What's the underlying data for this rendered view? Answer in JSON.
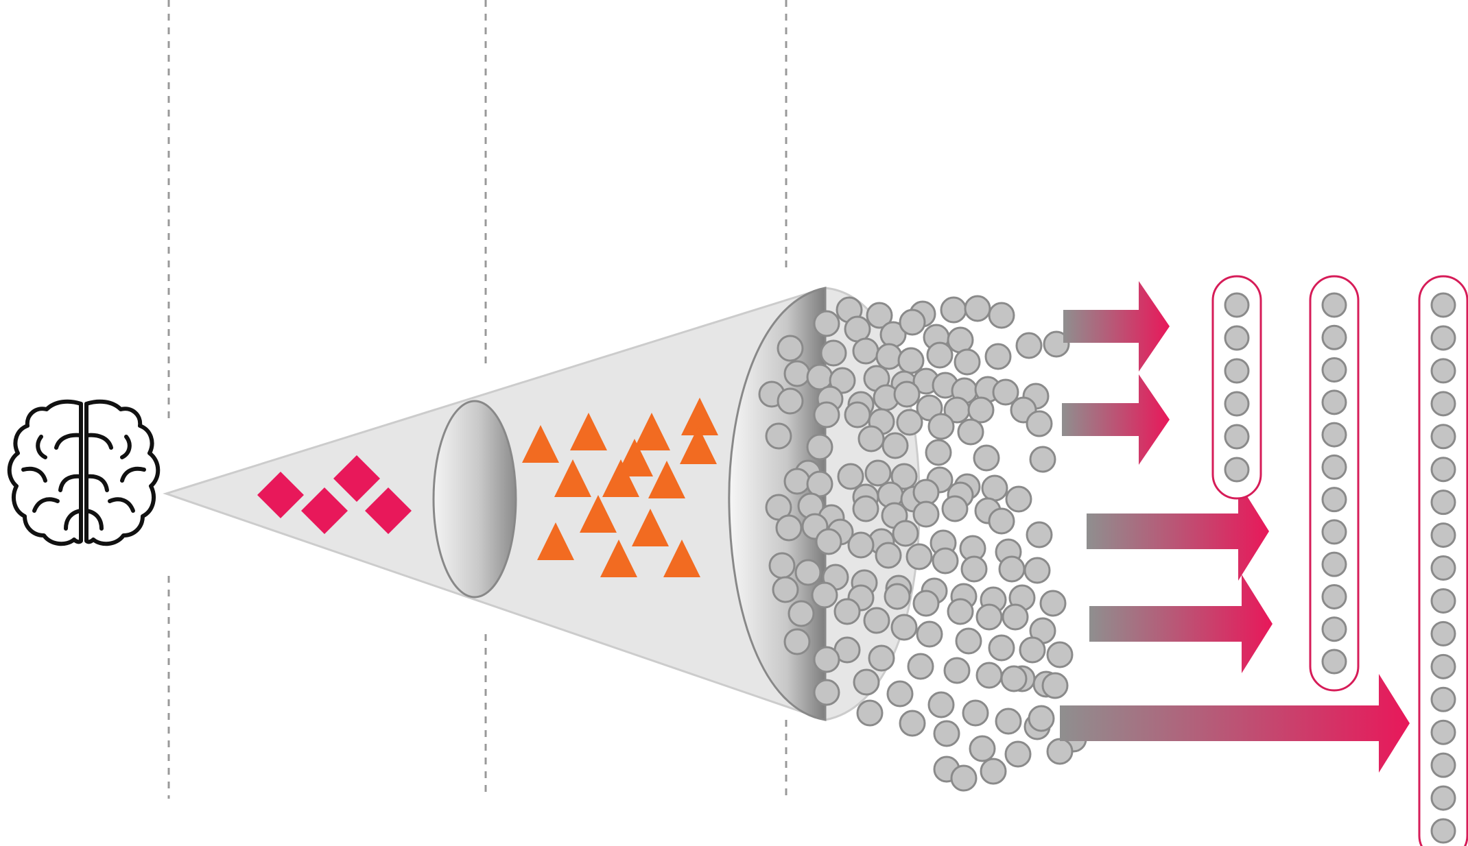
{
  "colors": {
    "background": "#ffffff",
    "dashed_divider": "#999999",
    "cone_fill": "#e6e6e6",
    "cone_stroke": "#cccccc",
    "lens_stroke": "#888888",
    "diamond": "#e8185a",
    "triangle": "#f26b21",
    "particle_fill": "#c4c4c4",
    "particle_stroke": "#8a8a8a",
    "arrow_start": "#8f8f8f",
    "arrow_end": "#e8185a",
    "capsule_border": "#d61c58",
    "brain_stroke": "#111111"
  },
  "icons": [
    "brain-icon"
  ],
  "stages": [
    {
      "shape": "diamond",
      "count": 4
    },
    {
      "shape": "triangle",
      "count": 14
    },
    {
      "shape": "circle-cloud"
    }
  ],
  "outputs": [
    {
      "capsule": "short",
      "circles": 6,
      "arrows": 2
    },
    {
      "capsule": "medium",
      "circles": 12,
      "arrows": 2
    },
    {
      "capsule": "long",
      "circles": 17,
      "arrows": 1
    }
  ]
}
